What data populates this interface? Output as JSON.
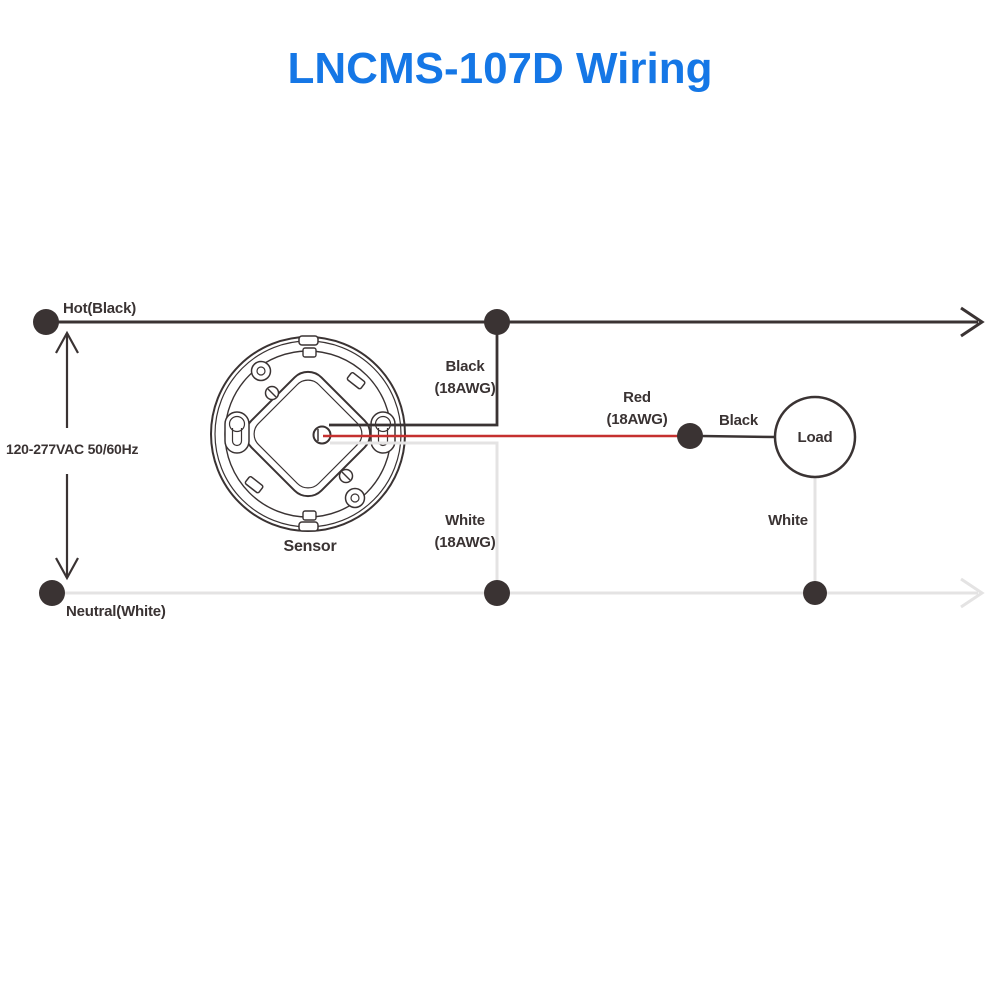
{
  "title": {
    "text": "LNCMS-107D Wiring"
  },
  "labels": {
    "hot": "Hot(Black)",
    "voltage": "120-277VAC 50/60Hz",
    "neutral": "Neutral(White)",
    "sensor": "Sensor",
    "load": "Load",
    "black_wire": {
      "line1": "Black",
      "line2": "(18AWG)"
    },
    "red_wire": {
      "line1": "Red",
      "line2": "(18AWG)"
    },
    "white_wire": {
      "line1": "White",
      "line2": "(18AWG)"
    },
    "load_black": "Black",
    "load_white": "White"
  },
  "colors": {
    "wire_dark": "#3a3333",
    "wire_red": "#c5302f",
    "wire_light": "#e4e3e3",
    "title_blue": "#1577e6"
  }
}
